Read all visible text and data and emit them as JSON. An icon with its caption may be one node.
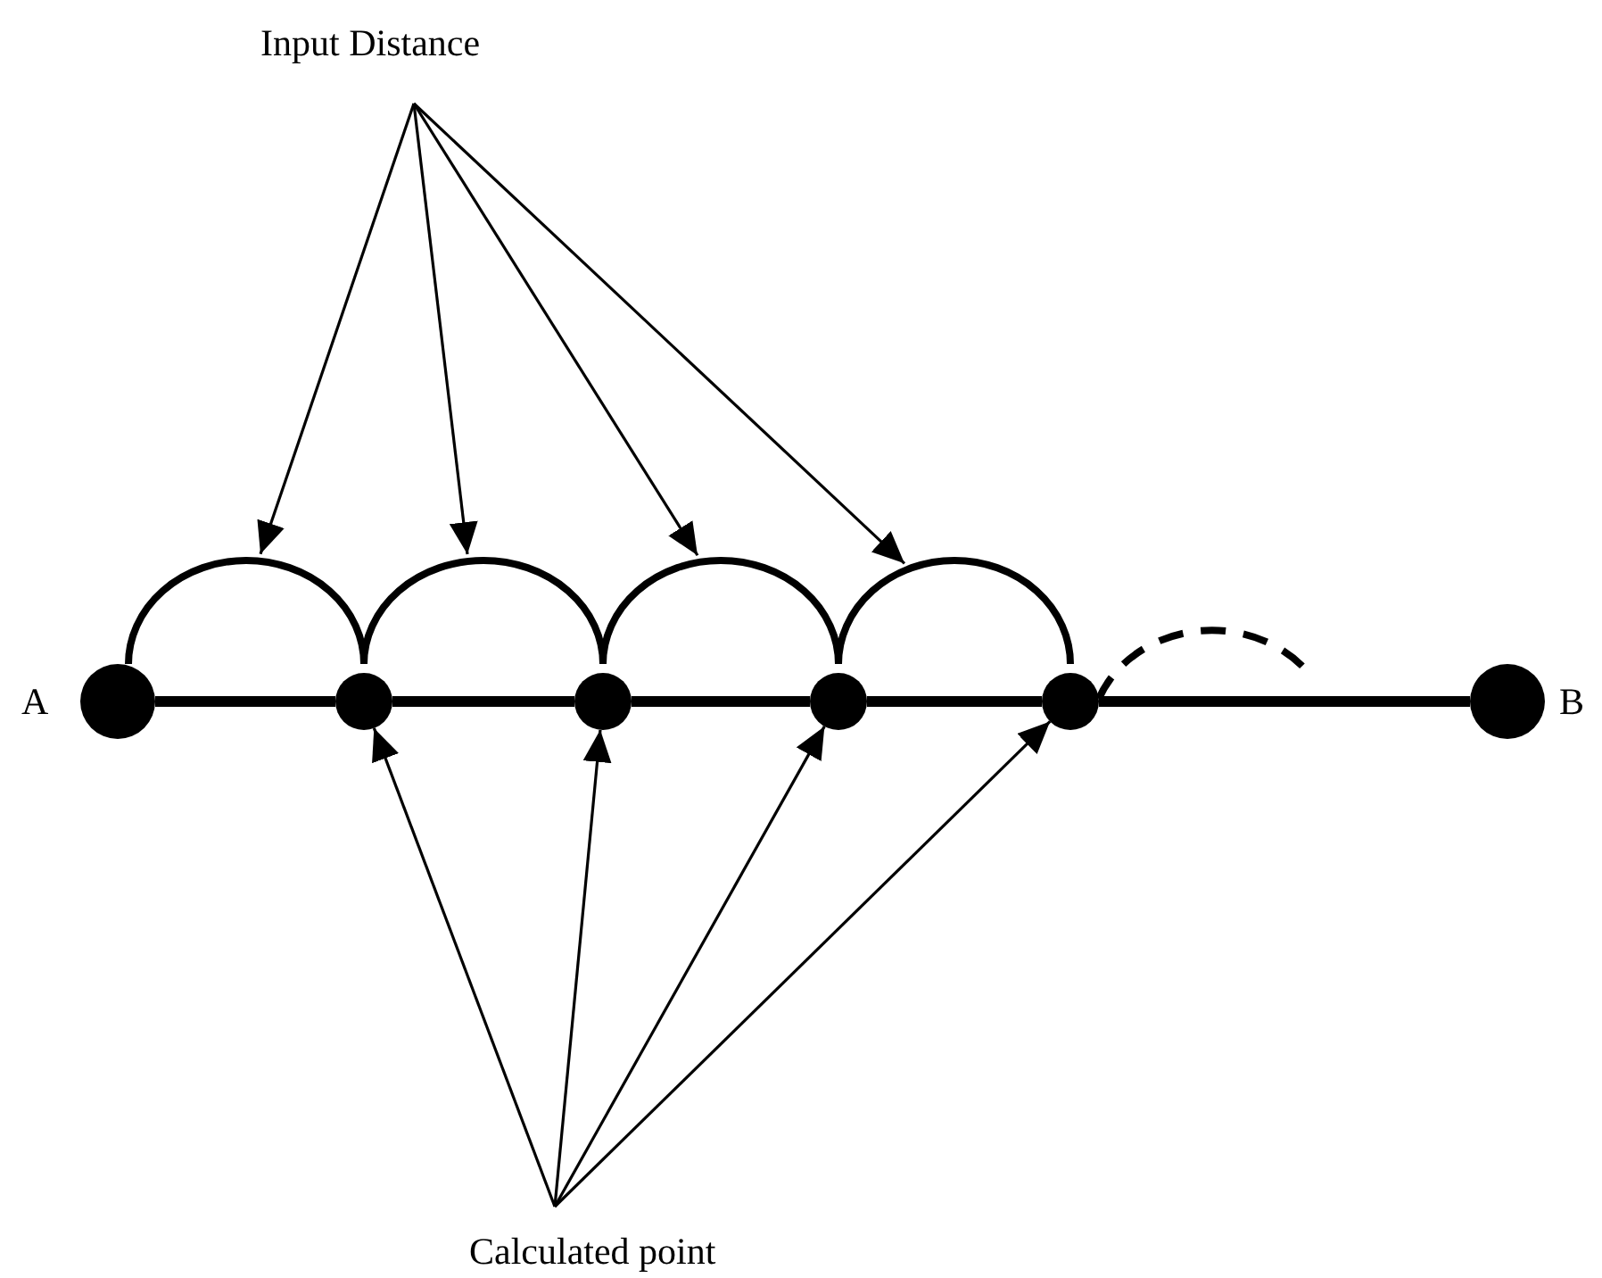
{
  "diagram": {
    "nodes": [
      {
        "text": [
          "Input Distance"
        ]
      },
      {
        "text": [],
        "shape": "arc"
      },
      {
        "text": [],
        "shape": "arc"
      },
      {
        "text": [],
        "shape": "arc"
      },
      {
        "text": [],
        "shape": "arc"
      },
      {
        "text": [],
        "shape": "circle",
        "beside": [
          "A"
        ]
      },
      {
        "text": [],
        "shape": "circle"
      },
      {
        "text": [],
        "shape": "circle"
      },
      {
        "text": [],
        "shape": "circle"
      },
      {
        "text": [],
        "shape": "circle"
      },
      {
        "text": [],
        "shape": "circle",
        "beside": [
          "B"
        ]
      },
      {
        "text": [
          "Calculated point"
        ]
      }
    ],
    "edges": [
      {
        "from": 0,
        "to": 1,
        "arrow": "to"
      },
      {
        "from": 0,
        "to": 2,
        "arrow": "to"
      },
      {
        "from": 0,
        "to": 3,
        "arrow": "to"
      },
      {
        "from": 0,
        "to": 4,
        "arrow": "to"
      },
      {
        "from": 5,
        "to": 6,
        "arrow": "none",
        "style": "thick"
      },
      {
        "from": 6,
        "to": 7,
        "arrow": "none",
        "style": "thick"
      },
      {
        "from": 7,
        "to": 8,
        "arrow": "none",
        "style": "thick"
      },
      {
        "from": 8,
        "to": 9,
        "arrow": "none",
        "style": "thick"
      },
      {
        "from": 9,
        "to": 10,
        "arrow": "none",
        "style": "thick"
      },
      {
        "from": 9,
        "to": null,
        "arrow": "none",
        "style": "dashed"
      },
      {
        "from": 11,
        "to": 6,
        "arrow": "to"
      },
      {
        "from": 11,
        "to": 7,
        "arrow": "to"
      },
      {
        "from": 11,
        "to": 8,
        "arrow": "to"
      },
      {
        "from": 11,
        "to": 9,
        "arrow": "to"
      }
    ]
  }
}
